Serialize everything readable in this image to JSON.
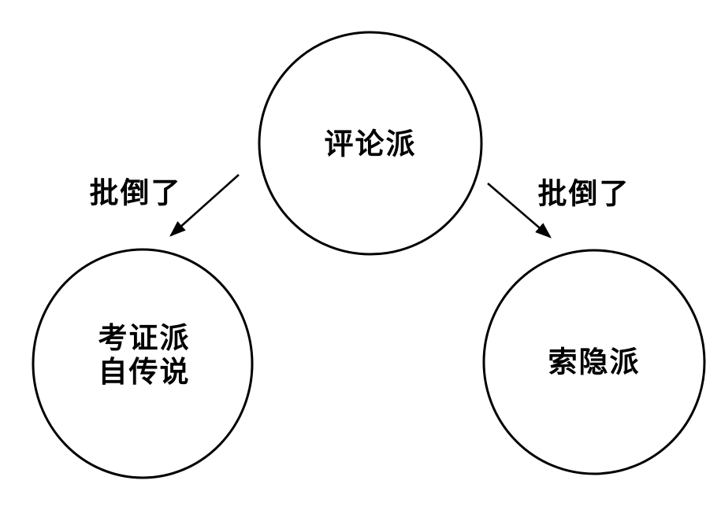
{
  "diagram": {
    "background_color": "#ffffff",
    "stroke_color": "#000000",
    "text_color": "#000000",
    "nodes": [
      {
        "id": "commentary-school",
        "lines": [
          "评论派"
        ]
      },
      {
        "id": "textual-research-school",
        "lines": [
          "考证派",
          "自传说"
        ]
      },
      {
        "id": "hidden-meaning-school",
        "lines": [
          "索隐派"
        ]
      }
    ],
    "edges": [
      {
        "from": "commentary-school",
        "to": "textual-research-school",
        "label": "批倒了"
      },
      {
        "from": "commentary-school",
        "to": "hidden-meaning-school",
        "label": "批倒了"
      }
    ]
  }
}
